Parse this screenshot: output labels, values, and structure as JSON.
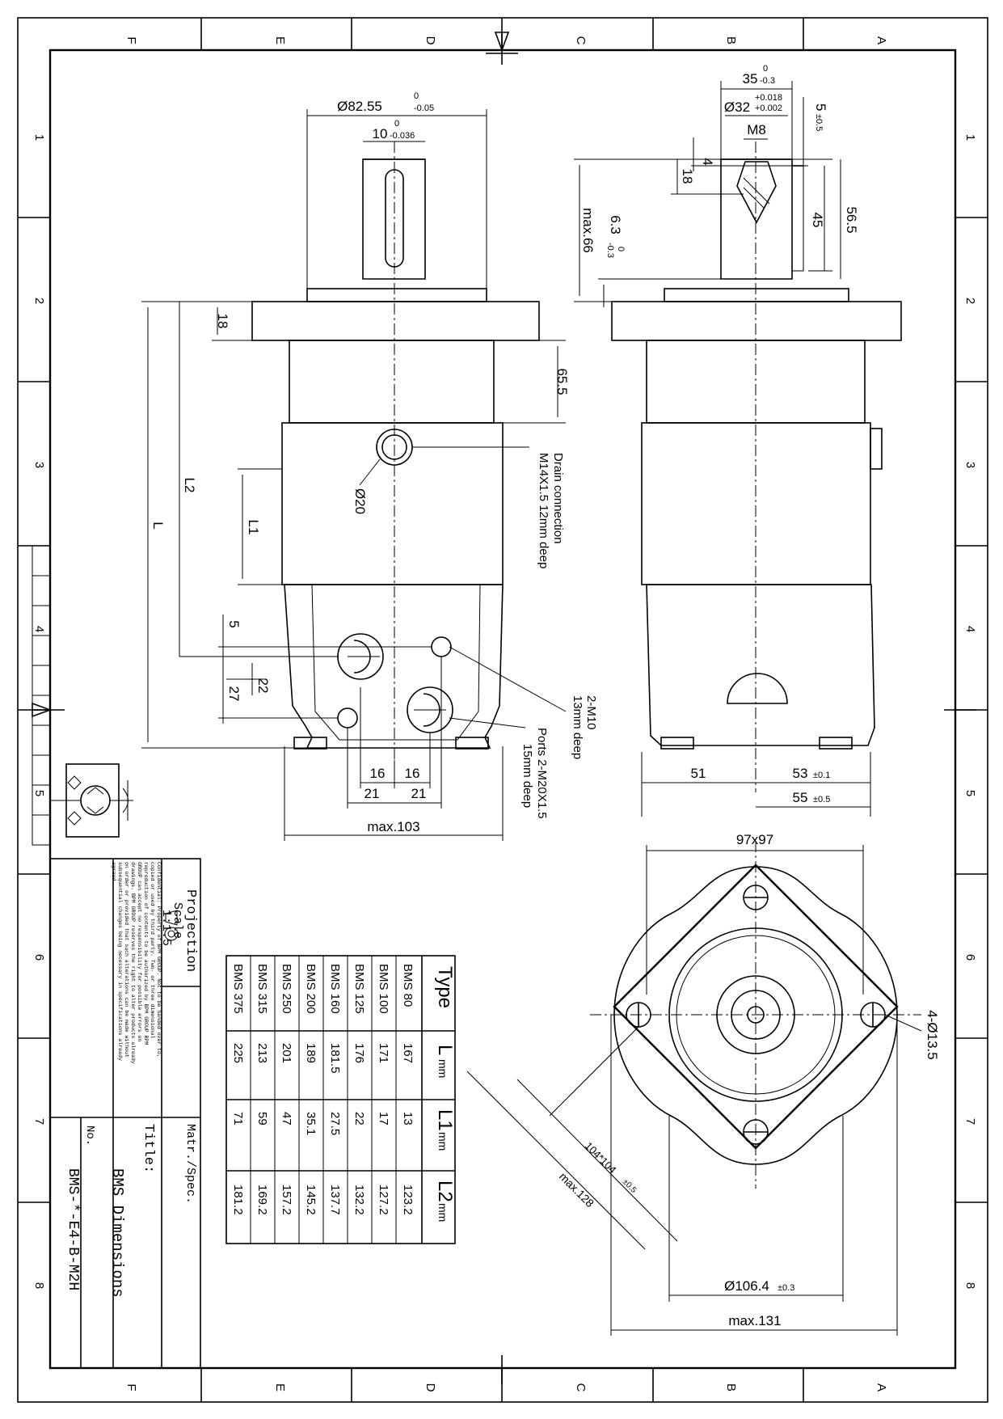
{
  "title_block": {
    "projection_label": "Projection",
    "scale_label": "Scale",
    "scale_value": "1:1.5",
    "material_label": "Matr./Spec.",
    "title_label": "Title:",
    "title_value": "BMS Dimensions",
    "number_label": "No.",
    "number_value": "BMS-*-E4-B-M2H",
    "confidential_lines": [
      "Confidential: Property of BPM GROUP. Not to be handed over to,",
      "copied or used by third party. Two- or three dimensional",
      "reproduction of contents to be authorized by BPM GROUP BPM",
      "GROUP can accept no responsibility for possible errors on",
      "drawings. BPM GROUP reserves the right to alter products already",
      "on order or provided that such alterations can be made without",
      "subsequential changes being necessary in specifications already",
      "agreed."
    ]
  },
  "border": {
    "letters": [
      "F",
      "E",
      "D",
      "C",
      "B",
      "A"
    ],
    "numbers": [
      "1",
      "2",
      "3",
      "4",
      "5",
      "6",
      "7",
      "8"
    ]
  },
  "front_view": {
    "dim_od": "Ø82.55",
    "dim_od_tol_up": "0",
    "dim_od_tol_lo": "-0.05",
    "dim_key": "10",
    "dim_key_tol_up": "0",
    "dim_key_tol_lo": "-0.036",
    "dim_18": "18",
    "dim_65_5": "65.5",
    "dim_L2": "L2",
    "dim_L": "L",
    "dim_L1": "L1",
    "dim_d20": "Ø20",
    "dim_5": "5",
    "dim_22": "22",
    "dim_27": "27",
    "dim_16a": "16",
    "dim_16b": "16",
    "dim_21a": "21",
    "dim_21b": "21",
    "dim_max103": "max.103",
    "drain_note_1": "Drain connection",
    "drain_note_2": "M14X1.5 12mm deep",
    "m10_note_1": "2-M10",
    "m10_note_2": "13mm deep",
    "ports_note_1": "Ports 2-M20X1.5",
    "ports_note_2": "15mm deep"
  },
  "side_view": {
    "dim_35": "35",
    "dim_35_tol_up": "0",
    "dim_35_tol_lo": "-0.3",
    "dim_32": "Ø32",
    "dim_32_tol_up": "+0.018",
    "dim_32_tol_lo": "+0.002",
    "dim_m8": "M8",
    "dim_5": "5",
    "dim_5_tol": "±0.5",
    "dim_4": "4",
    "dim_18": "18",
    "dim_45": "45",
    "dim_56_5": "56.5",
    "dim_max66": "max.66",
    "dim_6_3": "6.3",
    "dim_6_3_tol_up": "0",
    "dim_6_3_tol_lo": "-0.3",
    "dim_51": "51",
    "dim_53": "53",
    "dim_53_tol": "±0.1",
    "dim_55": "55",
    "dim_55_tol": "±0.5"
  },
  "flange_view": {
    "dim_97": "97x97",
    "dim_holes": "4-Ø13.5",
    "dim_diag": "104*104",
    "dim_diag_tol": "±0.5",
    "dim_max128": "max.128",
    "dim_106": "Ø106.4",
    "dim_106_tol": "±0.3",
    "dim_max131": "max.131"
  },
  "table": {
    "headers": [
      {
        "main": "Type",
        "unit": ""
      },
      {
        "main": "L",
        "unit": "mm"
      },
      {
        "main": "L1",
        "unit": "mm"
      },
      {
        "main": "L2",
        "unit": "mm"
      }
    ],
    "rows": [
      [
        "BMS 80",
        "167",
        "13",
        "123.2"
      ],
      [
        "BMS 100",
        "171",
        "17",
        "127.2"
      ],
      [
        "BMS 125",
        "176",
        "22",
        "132.2"
      ],
      [
        "BMS 160",
        "181.5",
        "27.5",
        "137.7"
      ],
      [
        "BMS 200",
        "189",
        "35.1",
        "145.2"
      ],
      [
        "BMS 250",
        "201",
        "47",
        "157.2"
      ],
      [
        "BMS 315",
        "213",
        "59",
        "169.2"
      ],
      [
        "BMS 375",
        "225",
        "71",
        "181.2"
      ]
    ]
  }
}
